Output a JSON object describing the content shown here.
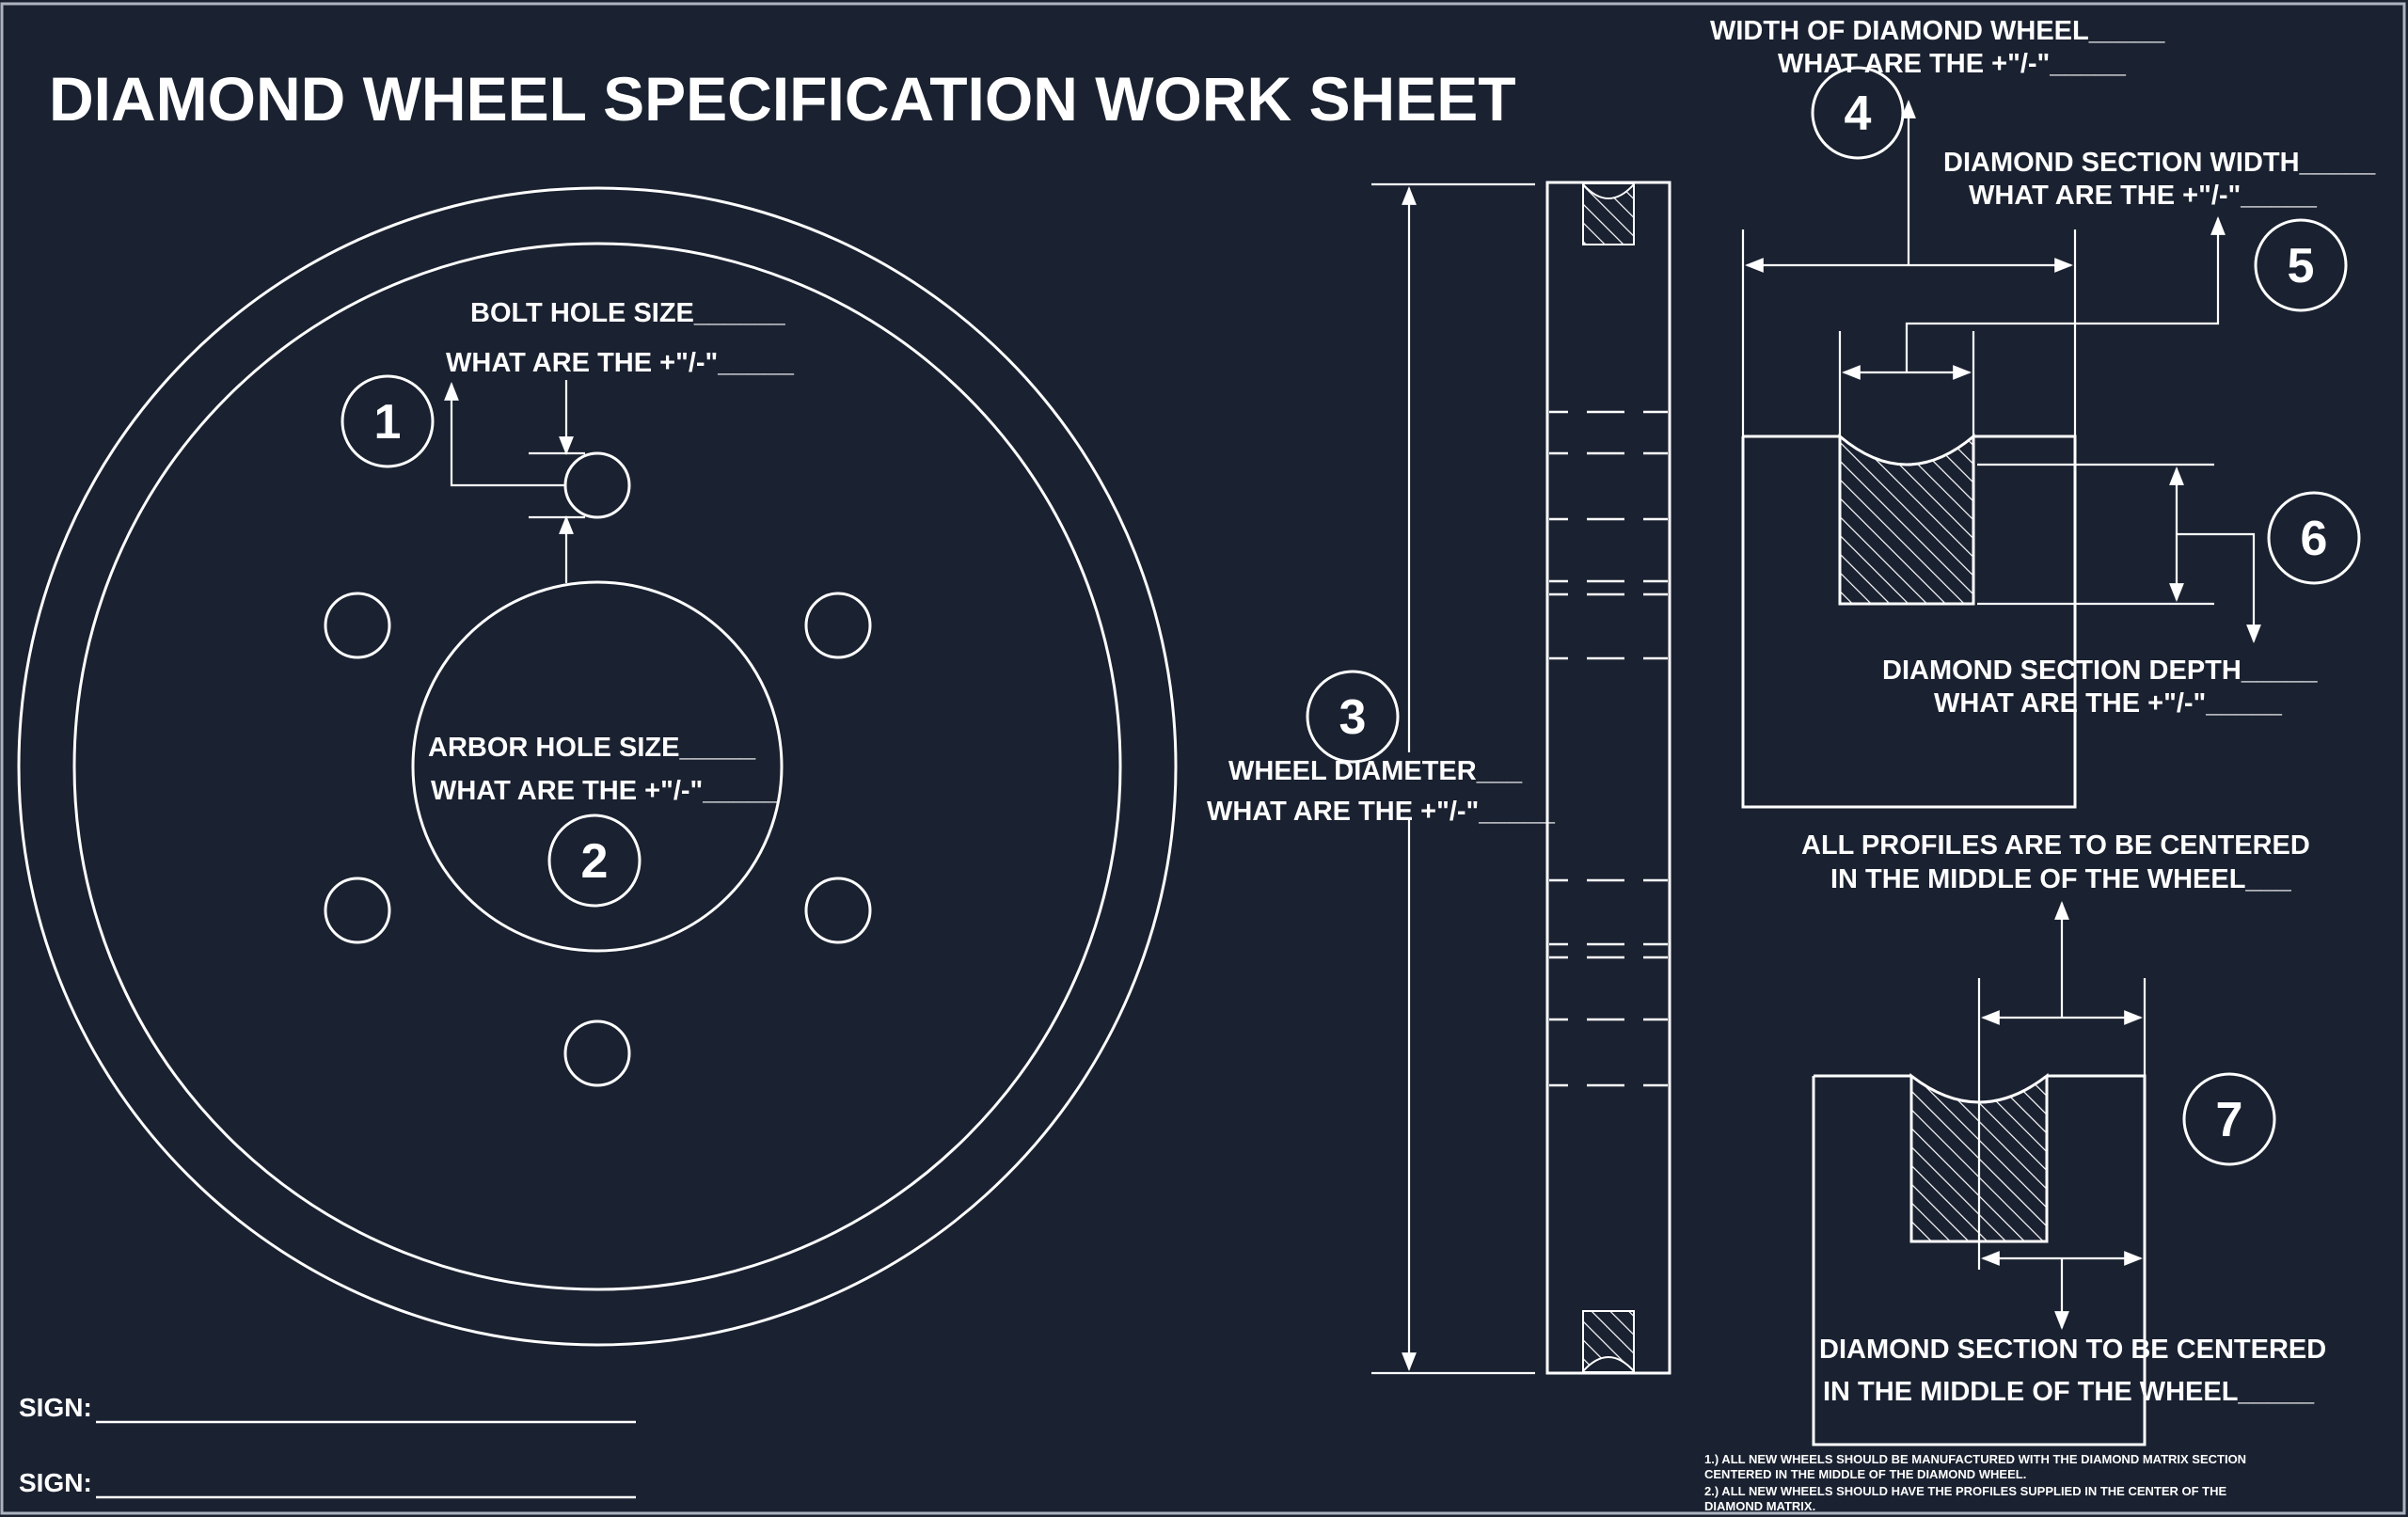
{
  "title": "DIAMOND WHEEL SPECIFICATION WORK SHEET",
  "colors": {
    "background": "#1a2130",
    "lines": "#ffffff"
  },
  "callouts": [
    {
      "number": "1",
      "label": "BOLT HOLE SIZE______",
      "tolerance": "WHAT ARE THE +\"/-\"_____"
    },
    {
      "number": "2",
      "label": "ARBOR HOLE SIZE_____",
      "tolerance": "WHAT ARE THE +\"/-\"_____"
    },
    {
      "number": "3",
      "label": "WHEEL DIAMETER___",
      "tolerance": "WHAT ARE THE +\"/-\"_____"
    },
    {
      "number": "4",
      "label": "WIDTH OF DIAMOND WHEEL_____",
      "tolerance": "WHAT ARE THE +\"/-\"_____"
    },
    {
      "number": "5",
      "label": "DIAMOND SECTION WIDTH_____",
      "tolerance": "WHAT ARE THE +\"/-\"_____"
    },
    {
      "number": "6",
      "label": "DIAMOND SECTION DEPTH_____",
      "tolerance": "WHAT ARE THE +\"/-\"_____"
    },
    {
      "number": "7",
      "label": "DIAMOND SECTION TO BE CENTERED",
      "tolerance": "IN THE MIDDLE OF THE WHEEL_____"
    }
  ],
  "profiles_note": {
    "line1": "ALL PROFILES ARE TO BE CENTERED",
    "line2": "IN THE MIDDLE OF THE WHEEL___"
  },
  "footnotes": [
    "1.) ALL NEW WHEELS SHOULD BE MANUFACTURED WITH THE DIAMOND MATRIX SECTION",
    "CENTERED IN THE MIDDLE OF THE DIAMOND WHEEL.",
    "2.) ALL NEW WHEELS SHOULD HAVE THE PROFILES SUPPLIED IN THE CENTER OF THE",
    "DIAMOND MATRIX."
  ],
  "signatures": [
    {
      "label": "SIGN:"
    },
    {
      "label": "SIGN:"
    }
  ]
}
